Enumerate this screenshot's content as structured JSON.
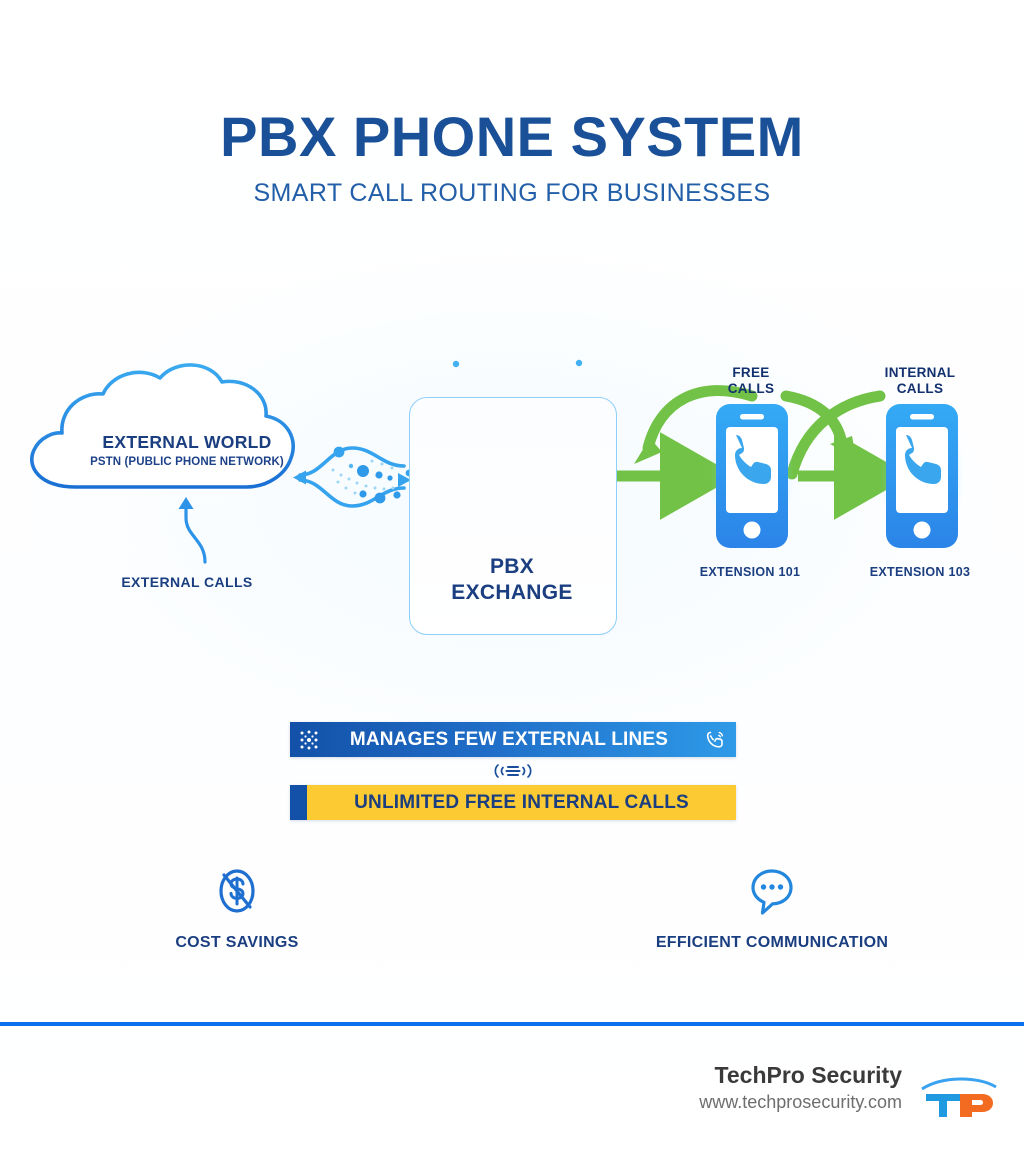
{
  "header": {
    "title": "PBX PHONE SYSTEM",
    "subtitle": "SMART CALL ROUTING FOR BUSINESSES"
  },
  "diagram": {
    "cloud": {
      "title": "EXTERNAL WORLD",
      "subtitle": "PSTN (PUBLIC PHONE NETWORK)",
      "icon": "cloud-icon"
    },
    "external_calls_label": "EXTERNAL CALLS",
    "connector": {
      "icon": "bidirectional-data-link-icon"
    },
    "pbx": {
      "label_line1": "PBX",
      "label_line2": "EXCHANGE",
      "icon": "pbx-exchange-device-icon"
    },
    "arrow_labels": {
      "free": "FREE\nCALLS",
      "free_line1": "FREE",
      "free_line2": "CALLS",
      "internal_line1": "INTERNAL",
      "internal_line2": "CALLS"
    },
    "phones": [
      {
        "caption": "EXTENSION 101",
        "icon": "mobile-phone-icon"
      },
      {
        "caption": "EXTENSION 103",
        "icon": "mobile-phone-icon"
      }
    ]
  },
  "banners": [
    {
      "text": "MANAGES FEW EXTERNAL LINES",
      "left_icon": "dot-matrix-icon",
      "right_icon": "phone-ringing-icon",
      "style": "blue"
    },
    {
      "text": "UNLIMITED FREE INTERNAL CALLS",
      "style": "yellow"
    }
  ],
  "mid_icon": "broadcast-signal-icon",
  "features": [
    {
      "label": "COST SAVINGS",
      "icon": "no-cost-dollar-icon"
    },
    {
      "label": "EFFICIENT COMMUNICATION",
      "icon": "speech-bubble-icon"
    }
  ],
  "footer": {
    "brand": "TechPro Security",
    "url": "www.techprosecurity.com",
    "logo": "techpro-tp-logo"
  },
  "colors": {
    "title_blue": "#1a5098",
    "subtitle_blue": "#235fa8",
    "label_navy": "#1a3e80",
    "accent_blue": "#2e9ae8",
    "deep_blue": "#1351a8",
    "arrow_green": "#72c247",
    "banner_yellow": "#fcca33",
    "divider_blue": "#0b72ef",
    "logo_orange": "#f26b21"
  }
}
